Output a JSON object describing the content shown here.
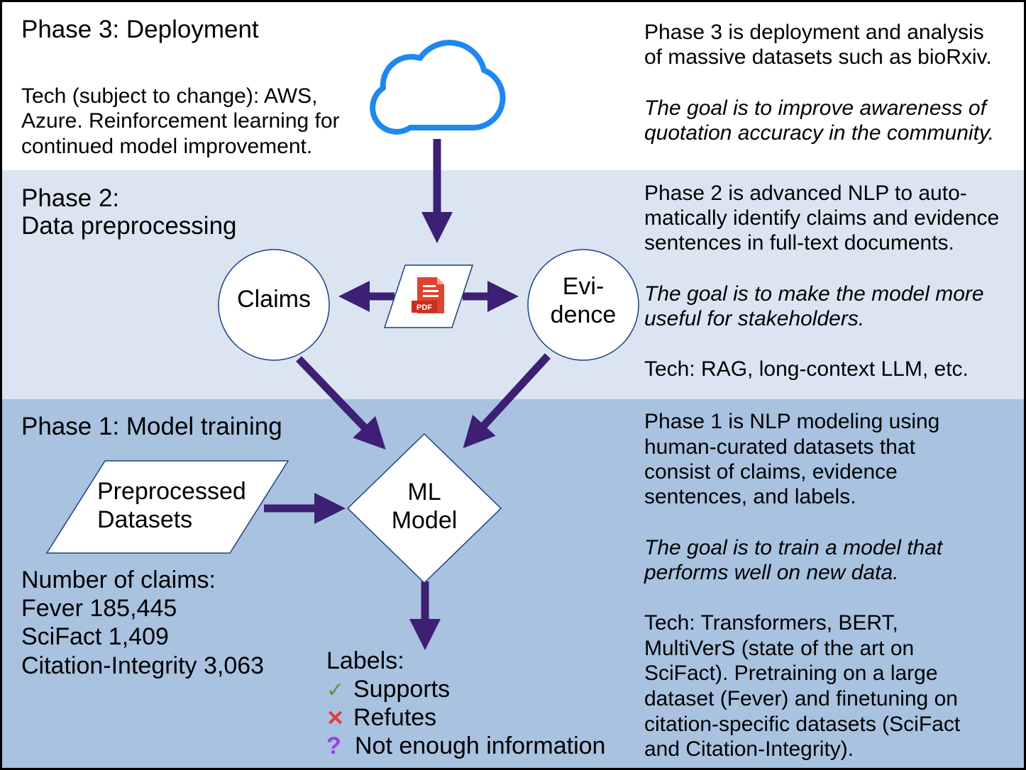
{
  "phase3": {
    "title": "Phase 3: Deployment",
    "tech_lines": [
      "Tech (subject to change): AWS,",
      "Azure. Reinforcement learning for",
      "continued model improvement."
    ],
    "desc_lines": [
      "Phase 3 is deployment and analysis",
      "of massive datasets such as bioRxiv."
    ],
    "goal_lines": [
      "The goal is to improve awareness of",
      "quotation accuracy in the community."
    ]
  },
  "phase2": {
    "title_lines": [
      "Phase 2:",
      "Data preprocessing"
    ],
    "desc_lines": [
      "Phase 2 is advanced NLP to auto-",
      "matically identify claims and evidence",
      "sentences in full-text documents."
    ],
    "goal_lines": [
      "The goal is to make the model more",
      "useful for stakeholders."
    ],
    "tech": "Tech: RAG, long-context LLM, etc."
  },
  "phase1": {
    "title": "Phase 1: Model training",
    "desc_lines": [
      "Phase 1 is NLP modeling using",
      "human-curated datasets that",
      "consist of claims, evidence",
      "sentences, and labels."
    ],
    "goal_lines": [
      "The goal is to train a model that",
      "performs well on new data."
    ],
    "tech_lines": [
      "Tech: Transformers, BERT,",
      "MultiVerS (state of the art on",
      "SciFact). Pretraining on a large",
      "dataset (Fever) and finetuning on",
      "citation-specific datasets (SciFact",
      "and Citation-Integrity)."
    ]
  },
  "nodes": {
    "claims": "Claims",
    "evidence_lines": [
      "Evi-",
      "dence"
    ],
    "pdf_badge": "PDF",
    "ml_model_lines": [
      "ML",
      "Model"
    ],
    "datasets_lines": [
      "Preprocessed",
      "Datasets"
    ]
  },
  "claims_count": {
    "header": "Number of claims:",
    "rows": [
      "Fever 185,445",
      "SciFact 1,409",
      "Citation-Integrity 3,063"
    ]
  },
  "labels": {
    "header": "Labels:",
    "items": [
      {
        "icon": "check-icon",
        "glyph": "✓",
        "text": "Supports",
        "color": "#5a9a3a"
      },
      {
        "icon": "cross-icon",
        "glyph": "✕",
        "text": "Refutes",
        "color": "#e8383d"
      },
      {
        "icon": "question-icon",
        "glyph": "?",
        "text": "Not enough information",
        "color": "#9b3fe0"
      }
    ]
  },
  "colors": {
    "arrow": "#3d1f73",
    "cloud": "#1e88f0",
    "band_phase2": "#dbe5f1",
    "band_phase1": "#a8c2e0",
    "pdf_red": "#e0442f"
  }
}
